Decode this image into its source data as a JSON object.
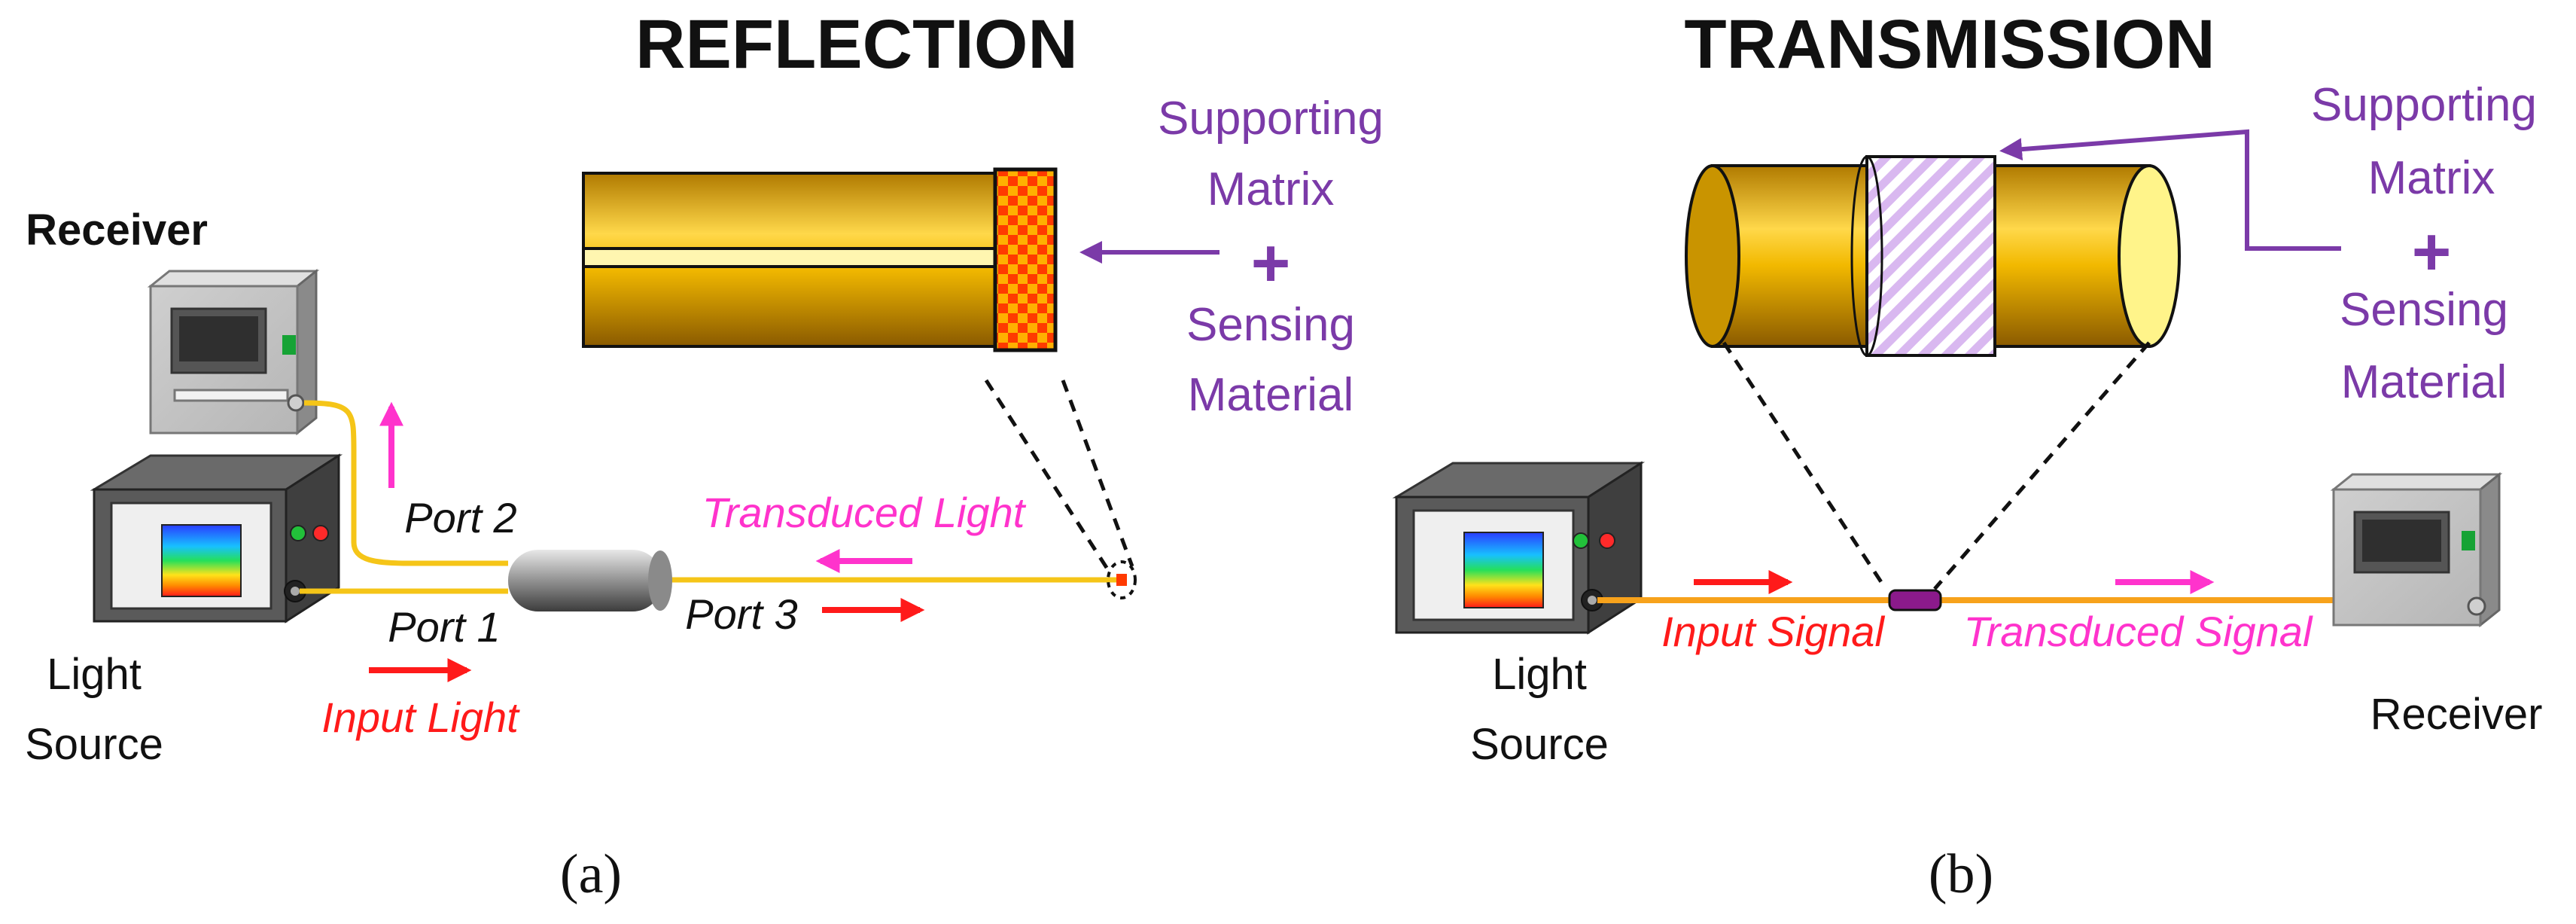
{
  "panels": {
    "a": {
      "title": "REFLECTION",
      "caption": "(a)",
      "receiver_label": "Receiver",
      "source_label_line1": "Light",
      "source_label_line2": "Source",
      "port1": "Port 1",
      "port2": "Port 2",
      "port3": "Port 3",
      "input_light": "Input Light",
      "transduced_light": "Transduced Light",
      "matrix_line1": "Supporting",
      "matrix_line2": "Matrix",
      "plus": "+",
      "sensing_line1": "Sensing",
      "sensing_line2": "Material"
    },
    "b": {
      "title": "TRANSMISSION",
      "caption": "(b)",
      "receiver_label": "Receiver",
      "source_label_line1": "Light",
      "source_label_line2": "Source",
      "input_signal": "Input Signal",
      "transduced_signal": "Transduced Signal",
      "matrix_line1": "Supporting",
      "matrix_line2": "Matrix",
      "plus": "+",
      "sensing_line1": "Sensing",
      "sensing_line2": "Material"
    }
  },
  "colors": {
    "fiber_yellow": "#f5c518",
    "fiber_orange": "#f7a21b",
    "red_arrow": "#ff1a1a",
    "magenta": "#ff33cc",
    "purple_text": "#7b3aa8",
    "red_text": "#ff1a1a",
    "gold": "#d9a400",
    "sensing_red": "#ff3300",
    "sensing_lavender": "#d9b8f0"
  }
}
